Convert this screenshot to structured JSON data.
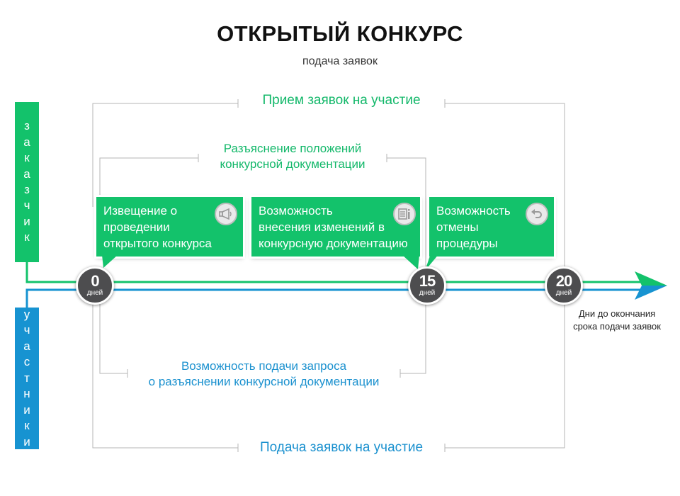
{
  "title": "ОТКРЫТЫЙ КОНКУРС",
  "subtitle": "подача заявок",
  "roles": {
    "customer": [
      "з",
      "а",
      "к",
      "а",
      "з",
      "ч",
      "и",
      "к"
    ],
    "participants": [
      "у",
      "ч",
      "а",
      "с",
      "т",
      "н",
      "и",
      "к",
      "и"
    ]
  },
  "brackets": {
    "accept": "Прием заявок на участие",
    "clarify_line1": "Разъяснение положений",
    "clarify_line2": "конкурсной документации",
    "request_line1": "Возможность подачи запроса",
    "request_line2": "о разъяснении конкурсной документации",
    "submit": "Подача заявок на участие"
  },
  "cards": [
    {
      "lines": [
        "Извещение о",
        "проведении",
        "открытого конкурса"
      ],
      "icon": "megaphone-icon"
    },
    {
      "lines": [
        "Возможность",
        "внесения изменений в",
        "конкурсную документацию"
      ],
      "icon": "document-info-icon"
    },
    {
      "lines": [
        "Возможность",
        "отмены",
        "процедуры"
      ],
      "icon": "undo-icon"
    }
  ],
  "days": [
    {
      "num": "0",
      "unit": "дней"
    },
    {
      "num": "15",
      "unit": "дней"
    },
    {
      "num": "20",
      "unit": "дней"
    }
  ],
  "caption_line1": "Дни до окончания",
  "caption_line2": "срока подачи заявок",
  "colors": {
    "green": "#13c26b",
    "blue": "#1793d1",
    "gray": "#4d4d4f",
    "line": "#b5b5b5"
  }
}
